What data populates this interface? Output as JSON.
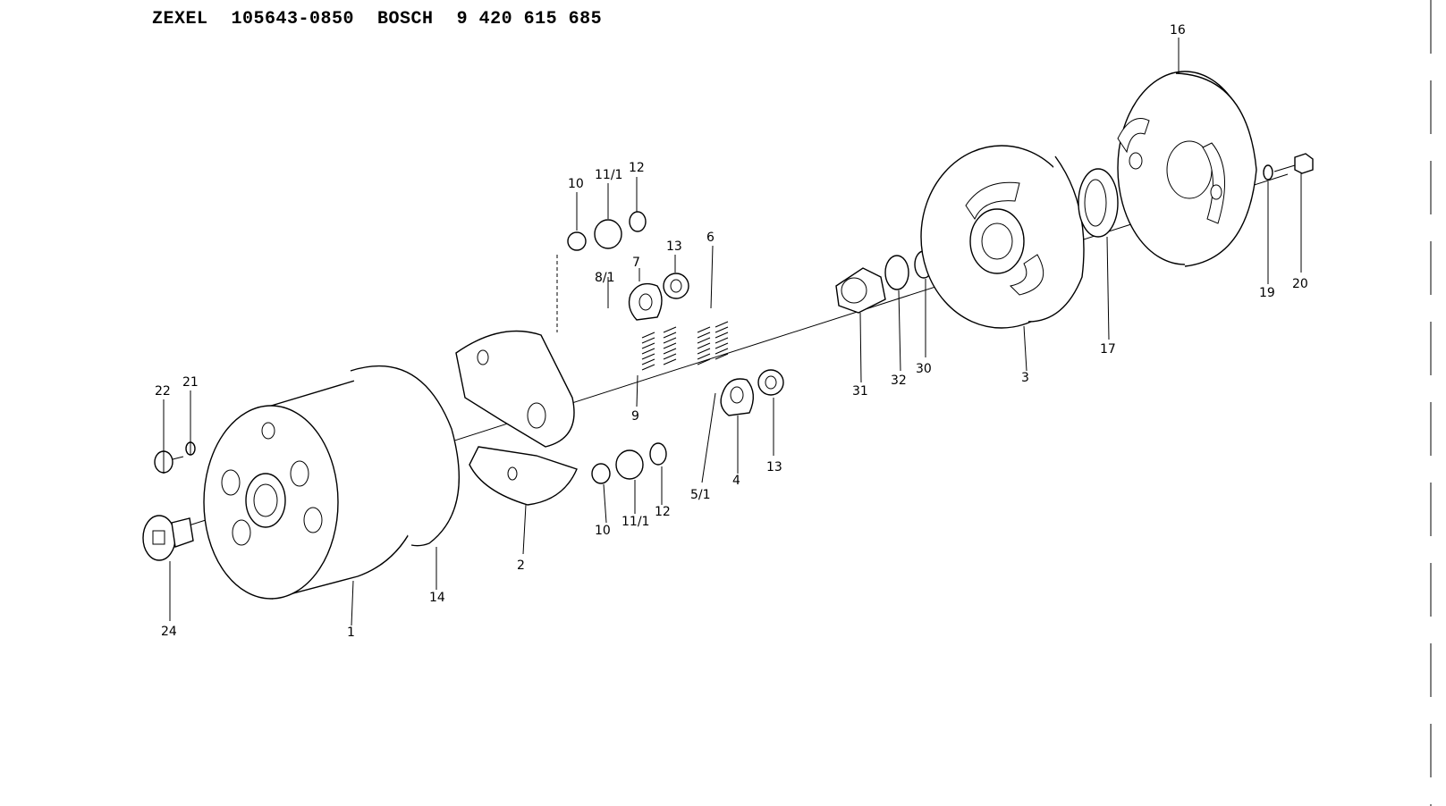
{
  "header": {
    "brand1": "ZEXEL",
    "part1": "105643-0850",
    "brand2": "BOSCH",
    "part2": "9 420 615 685"
  },
  "labels": {
    "p1": "1",
    "p2": "2",
    "p3": "3",
    "p4": "4",
    "p5_1": "5/1",
    "p6": "6",
    "p7": "7",
    "p8_1": "8/1",
    "p9": "9",
    "p10_top": "10",
    "p10_bot": "10",
    "p11_1_top": "11/1",
    "p11_1_bot": "11/1",
    "p12_top": "12",
    "p12_bot": "12",
    "p13_top": "13",
    "p13_bot": "13",
    "p14": "14",
    "p16": "16",
    "p17": "17",
    "p19": "19",
    "p20": "20",
    "p21": "21",
    "p22": "22",
    "p24": "24",
    "p30": "30",
    "p31": "31",
    "p32": "32"
  }
}
